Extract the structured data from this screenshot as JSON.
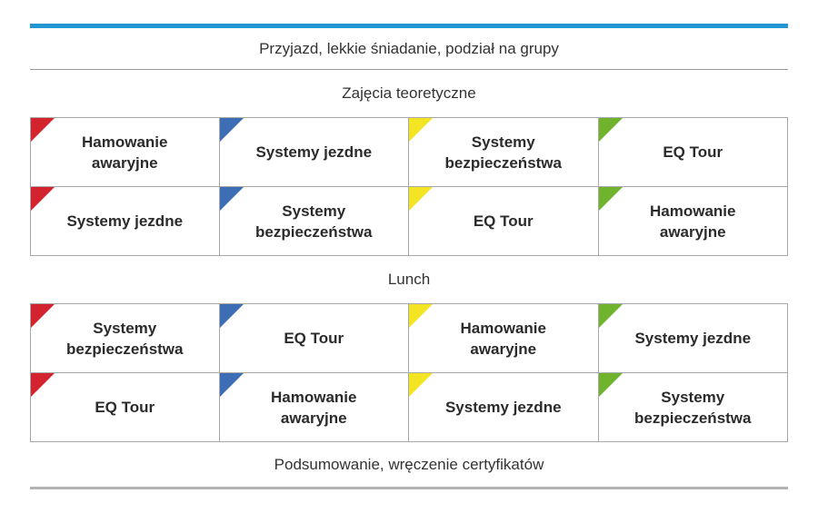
{
  "page": {
    "accent_color": "#2196d3",
    "arrival_header": "Przyjazd, lekkie śniadanie, podział na grupy",
    "theory_title": "Zajęcia teoretyczne",
    "lunch_title": "Lunch",
    "closing_header": "Podsumowanie, wręczenie certyfikatów"
  },
  "groups": {
    "names": [
      "group-red",
      "group-blue",
      "group-yellow",
      "group-green"
    ],
    "colors": [
      "#d2232e",
      "#3d6db5",
      "#f3e424",
      "#70b42d"
    ]
  },
  "schedule": {
    "morning": {
      "rows": [
        [
          "Hamowanie awaryjne",
          "Systemy jezdne",
          "Systemy bezpieczeństwa",
          "EQ Tour"
        ],
        [
          "Systemy jezdne",
          "Systemy bezpieczeństwa",
          "EQ Tour",
          "Hamowanie awaryjne"
        ]
      ]
    },
    "afternoon": {
      "rows": [
        [
          "Systemy bezpieczeństwa",
          "EQ Tour",
          "Hamowanie awaryjne",
          "Systemy jezdne"
        ],
        [
          "EQ Tour",
          "Hamowanie awaryjne",
          "Systemy jezdne",
          "Systemy bezpieczeństwa"
        ]
      ]
    }
  }
}
